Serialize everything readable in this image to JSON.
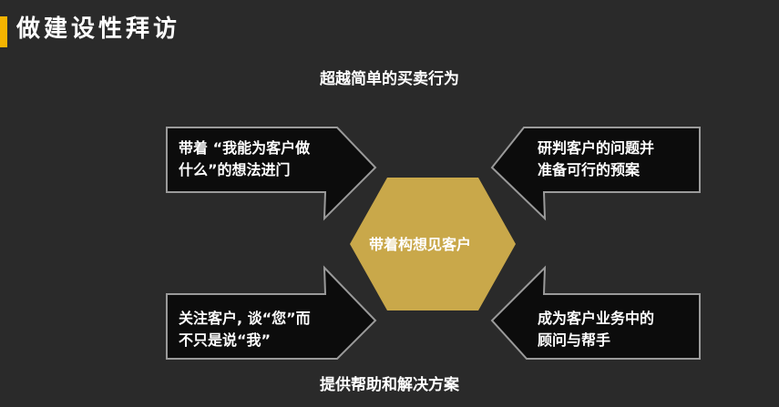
{
  "title": "做建设性拜访",
  "top_caption": "超越简单的买卖行为",
  "bottom_caption": "提供帮助和解决方案",
  "center": "带着构想见客户",
  "boxes": {
    "top_left": [
      "带着 “我能为客户做",
      "什么”的想法进门"
    ],
    "top_right": [
      "研判客户的问题并",
      "准备可行的预案"
    ],
    "bottom_left": [
      "关注客户, 谈“您”而",
      "不只是说“我”"
    ],
    "bottom_right": [
      "成为客户业务中的",
      "顾问与帮手"
    ]
  },
  "colors": {
    "background": "#2a2a2a",
    "accent": "#f5b400",
    "hexagon": "#c9a84a",
    "box": "#0c0c0c",
    "border": "#9a9a9a"
  }
}
